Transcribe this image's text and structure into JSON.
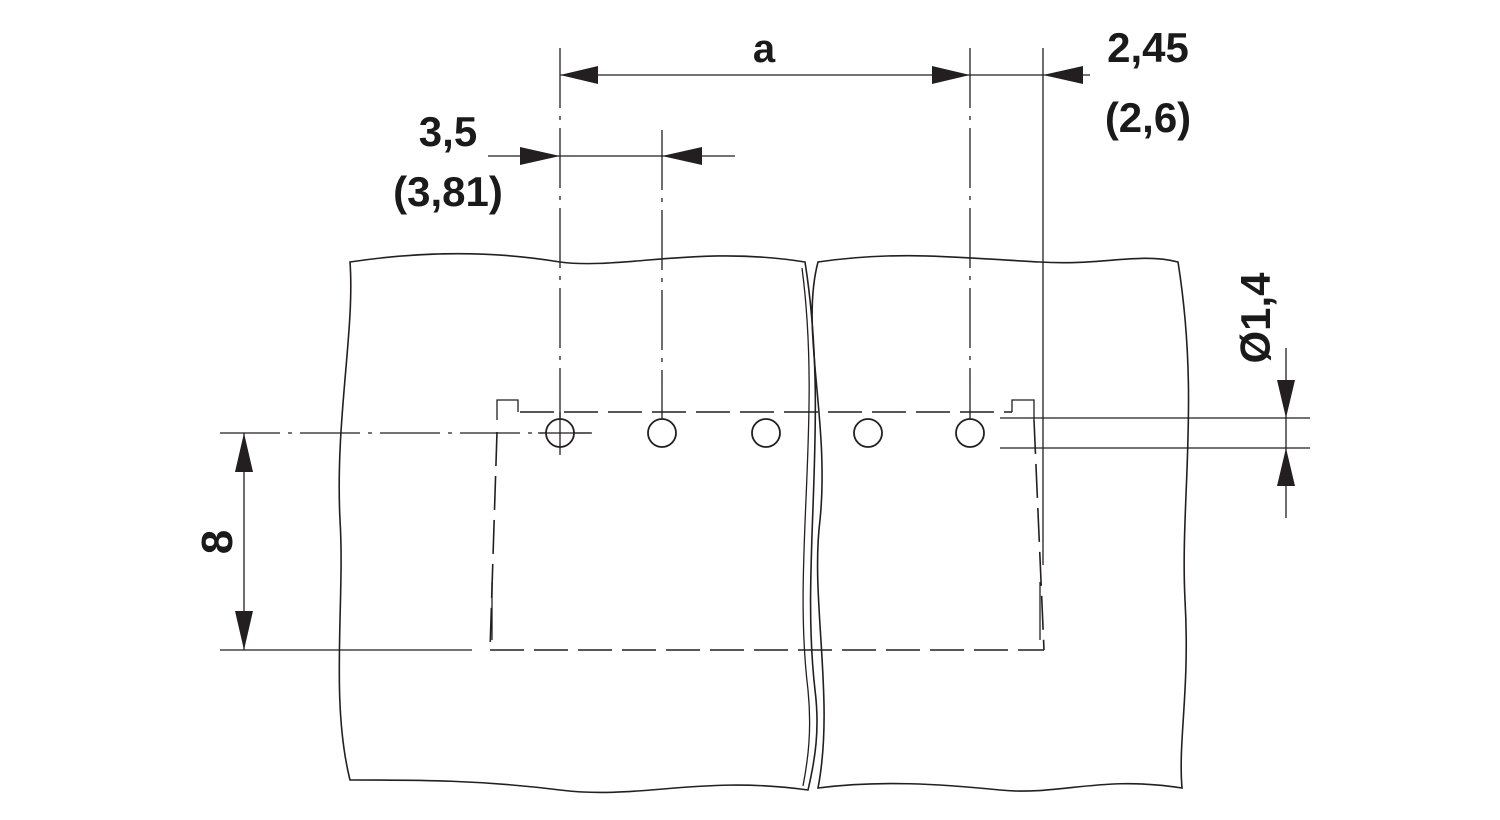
{
  "dimensions": {
    "pitch_label": "a",
    "pin_pitch_main": "3,5",
    "pin_pitch_alt": "(3,81)",
    "edge_offset_main": "2,45",
    "edge_offset_alt": "(2,6)",
    "row_offset": "8",
    "hole_diameter": "Ø1,4"
  },
  "hole_count": 5,
  "colors": {
    "line": "#231f20",
    "text": "#1a1a1a",
    "background": "#ffffff"
  }
}
